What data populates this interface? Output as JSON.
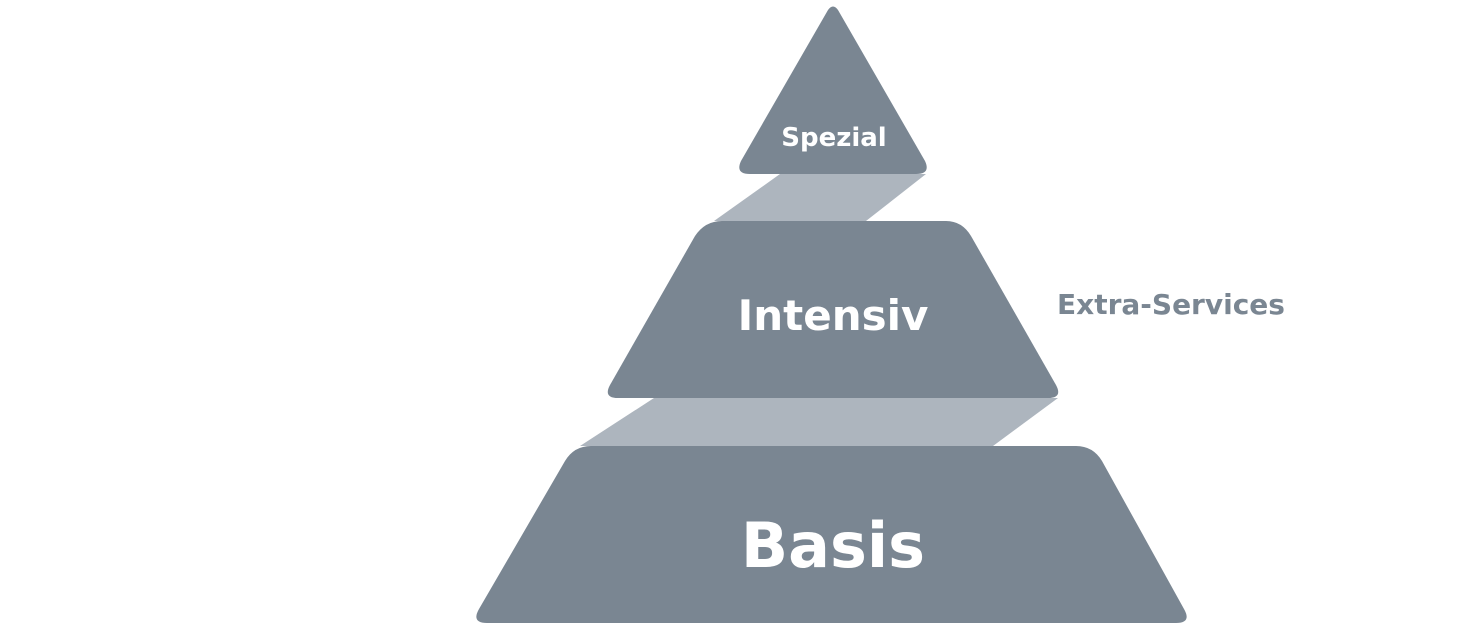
{
  "colors": {
    "tier": "#7a8692",
    "connector": "#adb5be",
    "tier_text": "#ffffff",
    "side_text": "#7a8692",
    "background": "#ffffff"
  },
  "pyramid": {
    "tiers": [
      {
        "label": "Spezial"
      },
      {
        "label": "Intensiv"
      },
      {
        "label": "Basis"
      }
    ],
    "side_label": "Extra-Services"
  }
}
